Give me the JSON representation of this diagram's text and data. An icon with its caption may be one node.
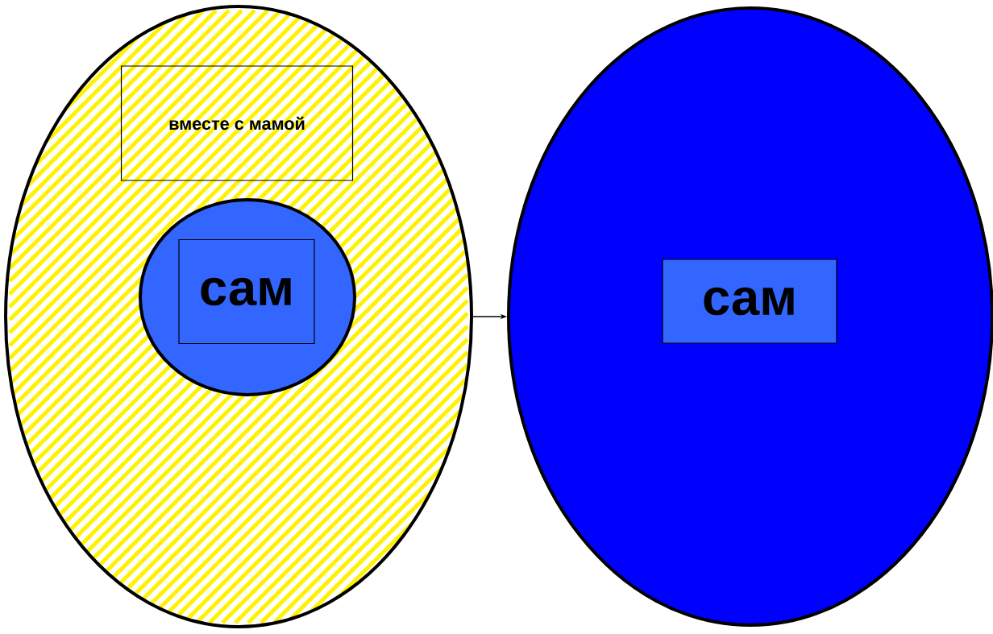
{
  "diagram": {
    "nodes": [
      {
        "text": [],
        "shape": "ellipse"
      },
      {
        "text": [
          "вместе с мамой"
        ],
        "in": 0
      },
      {
        "text": [],
        "shape": "ellipse",
        "in": 0
      },
      {
        "text": [
          "сам"
        ],
        "in": 2
      },
      {
        "text": [],
        "shape": "ellipse"
      },
      {
        "text": [
          "сам"
        ],
        "in": 4
      }
    ],
    "edges": [
      {
        "from": 0,
        "to": 4,
        "arrow": "to"
      }
    ]
  }
}
